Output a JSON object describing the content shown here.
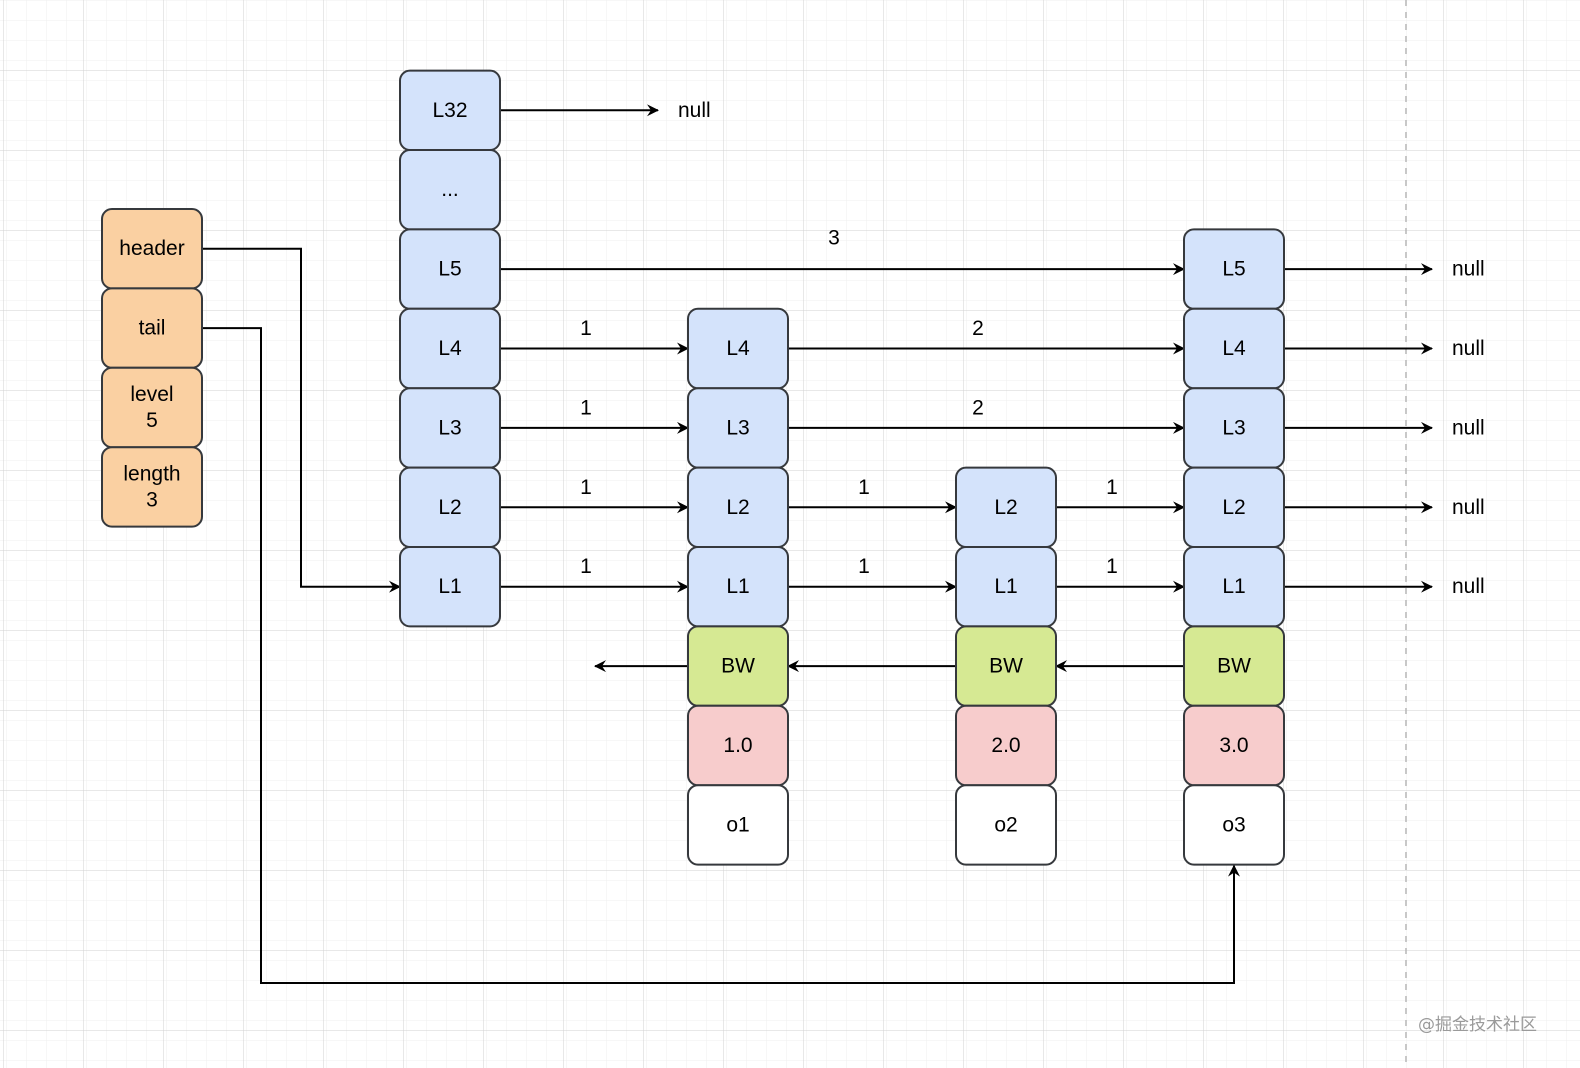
{
  "colors": {
    "struct": "#fad0a2",
    "level": "#d4e3fb",
    "backward": "#d6e993",
    "score": "#f7cccc",
    "object": "#ffffff",
    "border": "#36393d"
  },
  "list_struct": [
    "header",
    "tail",
    "level\n5",
    "length\n3"
  ],
  "columns": [
    {
      "levels": [
        "L32",
        "...",
        "L5",
        "L4",
        "L3",
        "L2",
        "L1"
      ]
    },
    {
      "levels": [
        "L4",
        "L3",
        "L2",
        "L1"
      ],
      "backward": "BW",
      "score": "1.0",
      "object": "o1"
    },
    {
      "levels": [
        "L2",
        "L1"
      ],
      "backward": "BW",
      "score": "2.0",
      "object": "o2"
    },
    {
      "levels": [
        "L5",
        "L4",
        "L3",
        "L2",
        "L1"
      ],
      "backward": "BW",
      "score": "3.0",
      "object": "o3"
    }
  ],
  "null_label": "null",
  "forward_edges": [
    {
      "level": "L32",
      "from": 0,
      "to": null,
      "span": ""
    },
    {
      "level": "L5",
      "from": 0,
      "to": 3,
      "span": "3"
    },
    {
      "level": "L4",
      "from": 0,
      "to": 1,
      "span": "1"
    },
    {
      "level": "L4",
      "from": 1,
      "to": 3,
      "span": "2"
    },
    {
      "level": "L3",
      "from": 0,
      "to": 1,
      "span": "1"
    },
    {
      "level": "L3",
      "from": 1,
      "to": 3,
      "span": "2"
    },
    {
      "level": "L2",
      "from": 0,
      "to": 1,
      "span": "1"
    },
    {
      "level": "L2",
      "from": 1,
      "to": 2,
      "span": "1"
    },
    {
      "level": "L2",
      "from": 2,
      "to": 3,
      "span": "1"
    },
    {
      "level": "L1",
      "from": 0,
      "to": 1,
      "span": "1"
    },
    {
      "level": "L1",
      "from": 1,
      "to": 2,
      "span": "1"
    },
    {
      "level": "L1",
      "from": 2,
      "to": 3,
      "span": "1"
    },
    {
      "level": "L5",
      "from": 3,
      "to": null,
      "span": ""
    },
    {
      "level": "L4",
      "from": 3,
      "to": null,
      "span": ""
    },
    {
      "level": "L3",
      "from": 3,
      "to": null,
      "span": ""
    },
    {
      "level": "L2",
      "from": 3,
      "to": null,
      "span": ""
    },
    {
      "level": "L1",
      "from": 3,
      "to": null,
      "span": ""
    }
  ],
  "watermark": "@掘金技术社区"
}
